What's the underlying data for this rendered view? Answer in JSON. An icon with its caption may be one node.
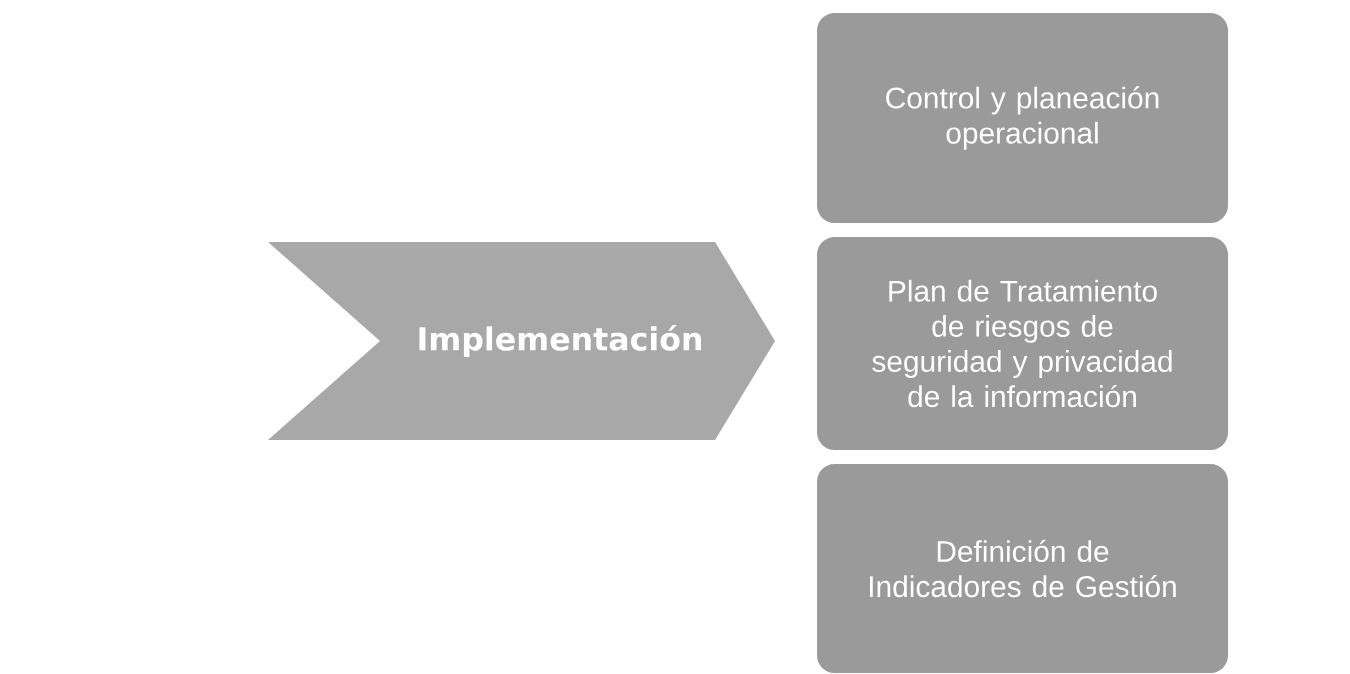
{
  "diagram": {
    "nodes": [
      {
        "text": [
          "Implementación"
        ]
      },
      {
        "text": [
          "Control y planeación operacional"
        ]
      },
      {
        "text": [
          "Plan de Tratamiento de riesgos de seguridad y privacidad de la información"
        ]
      },
      {
        "text": [
          "Definición de Indicadores de Gestión"
        ]
      }
    ]
  }
}
